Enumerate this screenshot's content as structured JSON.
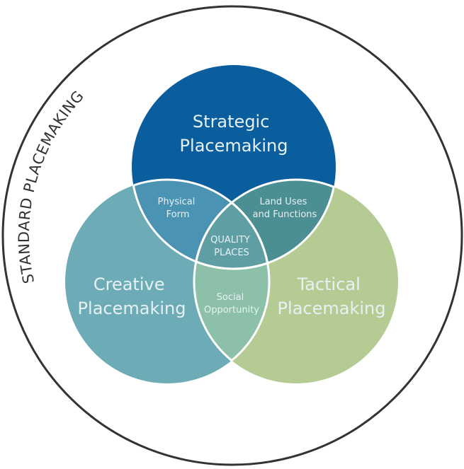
{
  "outer": {
    "label": "STANDARD PLACEMAKING"
  },
  "circles": {
    "strategic": {
      "line1": "Strategic",
      "line2": "Placemaking",
      "color": "#0b5e9e"
    },
    "creative": {
      "line1": "Creative",
      "line2": "Placemaking",
      "color": "#6dabb6"
    },
    "tactical": {
      "line1": "Tactical",
      "line2": "Placemaking",
      "color": "#b4cc94"
    }
  },
  "intersections": {
    "strategic_creative": {
      "line1": "Physical",
      "line2": "Form",
      "color": "#4b93b2"
    },
    "strategic_tactical": {
      "line1": "Land Uses",
      "line2": "and Functions",
      "color": "#4c8f92"
    },
    "creative_tactical": {
      "line1": "Social",
      "line2": "Opportunity",
      "color": "#8dc0a9"
    },
    "center": {
      "line1": "QUALITY",
      "line2": "PLACES",
      "color": "#5f9fa4"
    }
  },
  "colors": {
    "outline": "#333333",
    "divider": "#ffffff"
  }
}
